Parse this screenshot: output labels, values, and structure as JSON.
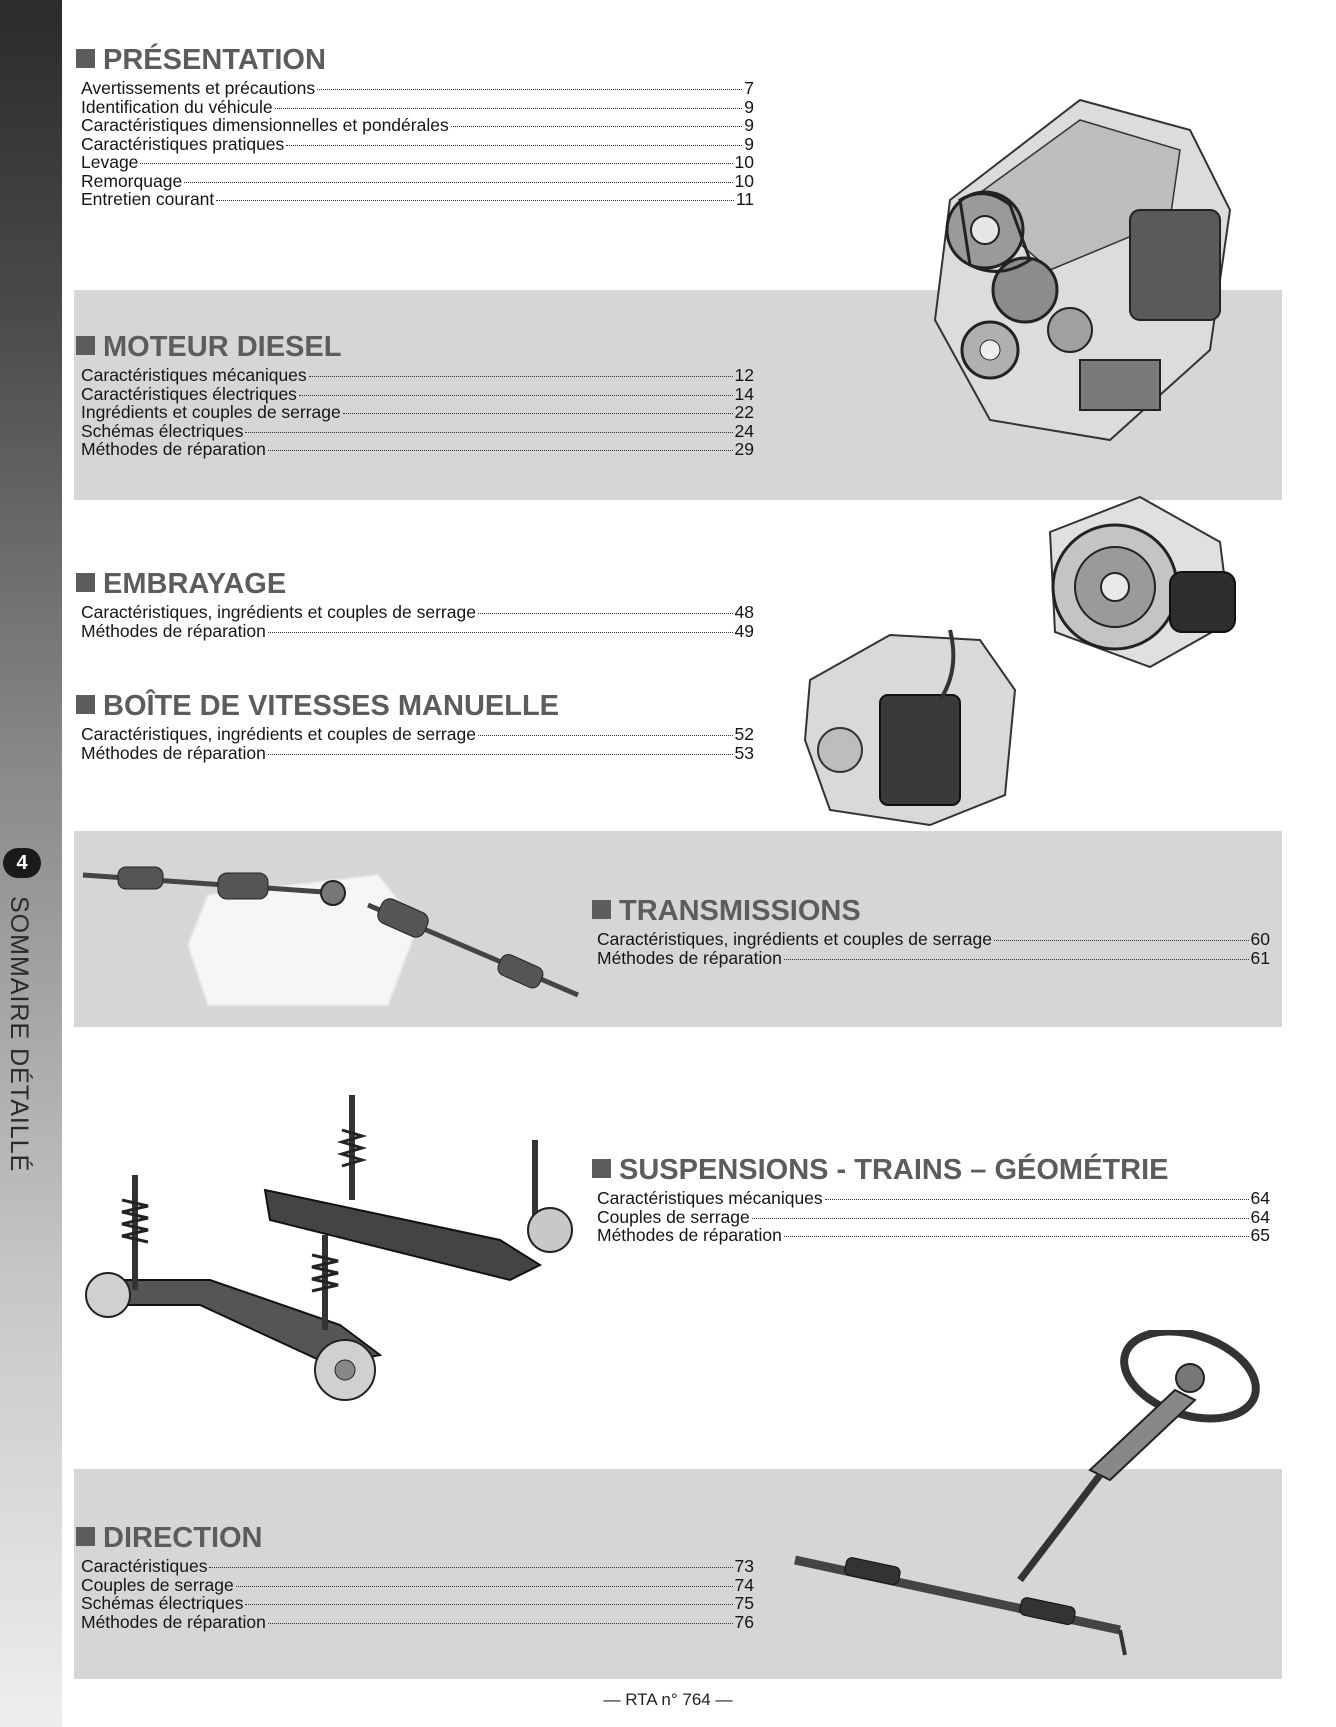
{
  "sidebar": {
    "page_number": "4",
    "title": "SOMMAIRE DÉTAILLÉ"
  },
  "sections": {
    "presentation": {
      "title": "PRÉSENTATION",
      "entries": [
        {
          "label": "Avertissements et précautions",
          "page": "7"
        },
        {
          "label": "Identification du véhicule",
          "page": "9"
        },
        {
          "label": "Caractéristiques dimensionnelles et pondérales",
          "page": "9"
        },
        {
          "label": "Caractéristiques pratiques",
          "page": "9"
        },
        {
          "label": "Levage",
          "page": "10"
        },
        {
          "label": "Remorquage",
          "page": "10"
        },
        {
          "label": "Entretien courant",
          "page": "11"
        }
      ]
    },
    "moteur": {
      "title": "MOTEUR DIESEL",
      "entries": [
        {
          "label": "Caractéristiques mécaniques",
          "page": "12"
        },
        {
          "label": "Caractéristiques électriques",
          "page": "14"
        },
        {
          "label": "Ingrédients et couples de serrage",
          "page": "22"
        },
        {
          "label": "Schémas électriques",
          "page": "24"
        },
        {
          "label": "Méthodes de réparation",
          "page": "29"
        }
      ]
    },
    "embrayage": {
      "title": "EMBRAYAGE",
      "entries": [
        {
          "label": "Caractéristiques, ingrédients et couples de serrage",
          "page": "48"
        },
        {
          "label": "Méthodes de réparation",
          "page": "49"
        }
      ]
    },
    "boite": {
      "title": "BOÎTE DE VITESSES MANUELLE",
      "entries": [
        {
          "label": "Caractéristiques, ingrédients et couples de serrage",
          "page": "52"
        },
        {
          "label": "Méthodes de réparation",
          "page": "53"
        }
      ]
    },
    "transmissions": {
      "title": "TRANSMISSIONS",
      "entries": [
        {
          "label": "Caractéristiques, ingrédients et couples de serrage",
          "page": "60"
        },
        {
          "label": "Méthodes de réparation",
          "page": "61"
        }
      ]
    },
    "suspensions": {
      "title": "SUSPENSIONS - TRAINS – GÉOMÉTRIE",
      "entries": [
        {
          "label": "Caractéristiques mécaniques",
          "page": "64"
        },
        {
          "label": "Couples de serrage",
          "page": "64"
        },
        {
          "label": "Méthodes de réparation",
          "page": "65"
        }
      ]
    },
    "direction": {
      "title": "DIRECTION",
      "entries": [
        {
          "label": "Caractéristiques",
          "page": "73"
        },
        {
          "label": "Couples de serrage",
          "page": "74"
        },
        {
          "label": "Schémas électriques",
          "page": "75"
        },
        {
          "label": "Méthodes de réparation",
          "page": "76"
        }
      ]
    }
  },
  "footer": {
    "text": "— RTA n° 764 —"
  },
  "colors": {
    "band": "#d6d6d6",
    "section_title": "#5c5c5c",
    "sidebar_dark": "#2b2b2b"
  }
}
